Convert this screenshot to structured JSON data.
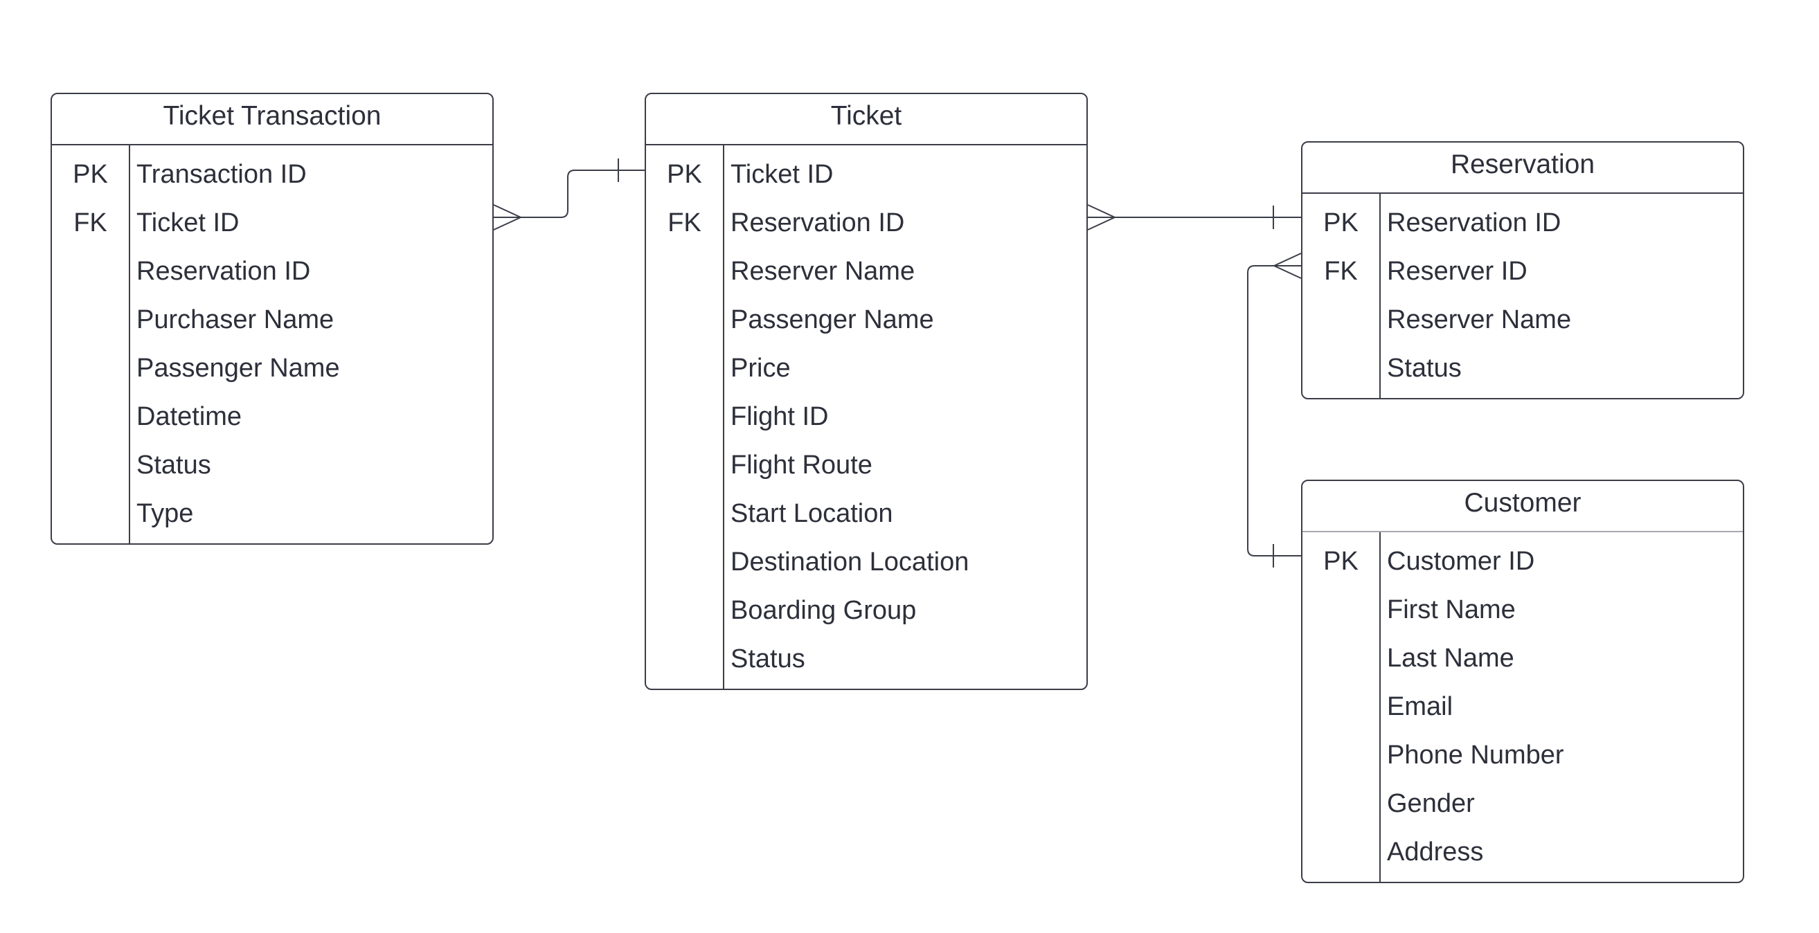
{
  "entities": [
    {
      "id": "ticket-transaction",
      "title": "Ticket Transaction",
      "rows": [
        {
          "key": "PK",
          "field": "Transaction ID"
        },
        {
          "key": "FK",
          "field": "Ticket ID"
        },
        {
          "key": "",
          "field": "Reservation ID"
        },
        {
          "key": "",
          "field": "Purchaser Name"
        },
        {
          "key": "",
          "field": "Passenger Name"
        },
        {
          "key": "",
          "field": "Datetime"
        },
        {
          "key": "",
          "field": "Status"
        },
        {
          "key": "",
          "field": "Type"
        }
      ]
    },
    {
      "id": "ticket",
      "title": "Ticket",
      "rows": [
        {
          "key": "PK",
          "field": "Ticket ID"
        },
        {
          "key": "FK",
          "field": "Reservation ID"
        },
        {
          "key": "",
          "field": "Reserver Name"
        },
        {
          "key": "",
          "field": "Passenger Name"
        },
        {
          "key": "",
          "field": "Price"
        },
        {
          "key": "",
          "field": "Flight ID"
        },
        {
          "key": "",
          "field": "Flight Route"
        },
        {
          "key": "",
          "field": "Start Location"
        },
        {
          "key": "",
          "field": "Destination Location"
        },
        {
          "key": "",
          "field": "Boarding Group"
        },
        {
          "key": "",
          "field": "Status"
        }
      ]
    },
    {
      "id": "reservation",
      "title": "Reservation",
      "rows": [
        {
          "key": "PK",
          "field": "Reservation ID"
        },
        {
          "key": "FK",
          "field": "Reserver ID"
        },
        {
          "key": "",
          "field": "Reserver Name"
        },
        {
          "key": "",
          "field": "Status"
        }
      ]
    },
    {
      "id": "customer",
      "title": "Customer",
      "rows": [
        {
          "key": "PK",
          "field": "Customer ID"
        },
        {
          "key": "",
          "field": "First Name"
        },
        {
          "key": "",
          "field": "Last Name"
        },
        {
          "key": "",
          "field": "Email"
        },
        {
          "key": "",
          "field": "Phone Number"
        },
        {
          "key": "",
          "field": "Gender"
        },
        {
          "key": "",
          "field": "Address"
        }
      ]
    }
  ],
  "relationships": [
    {
      "from": "Ticket Transaction.Ticket ID",
      "from_cardinality": "many",
      "to": "Ticket.Ticket ID",
      "to_cardinality": "one"
    },
    {
      "from": "Ticket.Reservation ID",
      "from_cardinality": "many",
      "to": "Reservation.Reservation ID",
      "to_cardinality": "one"
    },
    {
      "from": "Reservation.Reserver ID",
      "from_cardinality": "many",
      "to": "Customer.Customer ID",
      "to_cardinality": "one"
    }
  ],
  "colors": {
    "line": "#3b3d48",
    "text": "#2d2f3a",
    "background": "#ffffff"
  }
}
